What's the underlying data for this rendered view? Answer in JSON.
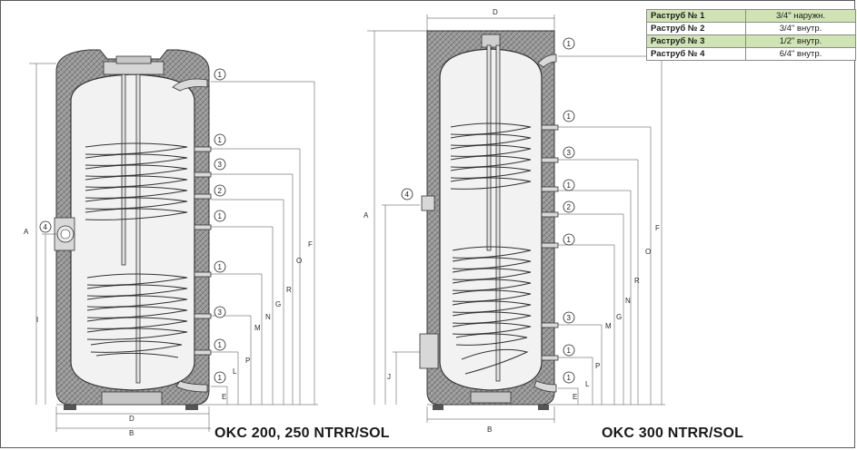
{
  "legend": [
    {
      "name": "Раструб № 1",
      "value": "3/4\" наружн."
    },
    {
      "name": "Раструб № 2",
      "value": "3/4\" внутр."
    },
    {
      "name": "Раструб № 3",
      "value": "1/2\" внутр."
    },
    {
      "name": "Раструб № 4",
      "value": "6/4\" внутр."
    }
  ],
  "captions": {
    "left": "OKC 200, 250 NTRR/SOL",
    "right": "OKC 300 NTRR/SOL"
  },
  "left_tank": {
    "top_label": "",
    "bottom_labels": {
      "d": "D",
      "b": "B"
    },
    "left_labels": {
      "a": "A",
      "i": "I"
    },
    "right_labels": [
      "E",
      "L",
      "P",
      "M",
      "N",
      "G",
      "R",
      "O",
      "F"
    ],
    "markers": [
      {
        "num": "1"
      },
      {
        "num": "1"
      },
      {
        "num": "3"
      },
      {
        "num": "2"
      },
      {
        "num": "1"
      },
      {
        "num": "1"
      },
      {
        "num": "3"
      },
      {
        "num": "1"
      },
      {
        "num": "1"
      },
      {
        "num": "4"
      }
    ]
  },
  "right_tank": {
    "top_label": "D",
    "bottom_labels": {
      "b": "B"
    },
    "left_labels": {
      "a": "A",
      "j": "J"
    },
    "right_labels": [
      "E",
      "L",
      "P",
      "G",
      "M",
      "N",
      "R",
      "O",
      "F"
    ],
    "markers": [
      {
        "num": "1"
      },
      {
        "num": "1"
      },
      {
        "num": "3"
      },
      {
        "num": "1"
      },
      {
        "num": "2"
      },
      {
        "num": "1"
      },
      {
        "num": "3"
      },
      {
        "num": "1"
      },
      {
        "num": "1"
      },
      {
        "num": "4"
      }
    ]
  }
}
